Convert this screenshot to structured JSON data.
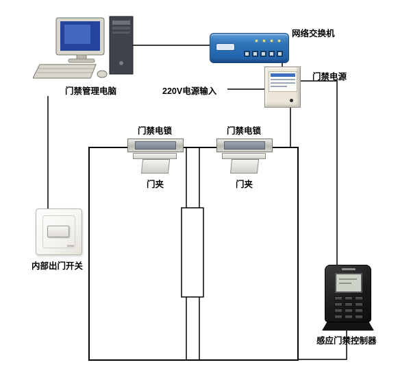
{
  "diagram": {
    "labels": {
      "computer": "门禁管理电脑",
      "network_switch": "网络交换机",
      "power_supply": "门禁电源",
      "power_input": "220V电源输入",
      "electric_lock": "门禁电锁",
      "door_clamp": "门夹",
      "exit_switch": "内部出门开关",
      "controller": "感应门禁控制器"
    },
    "colors": {
      "wire": "#000000",
      "switch_body": "#2f74b8",
      "power_box": "#ece7da",
      "controller_body": "#1c1c1d",
      "monitor_screen": "#24449c"
    }
  }
}
